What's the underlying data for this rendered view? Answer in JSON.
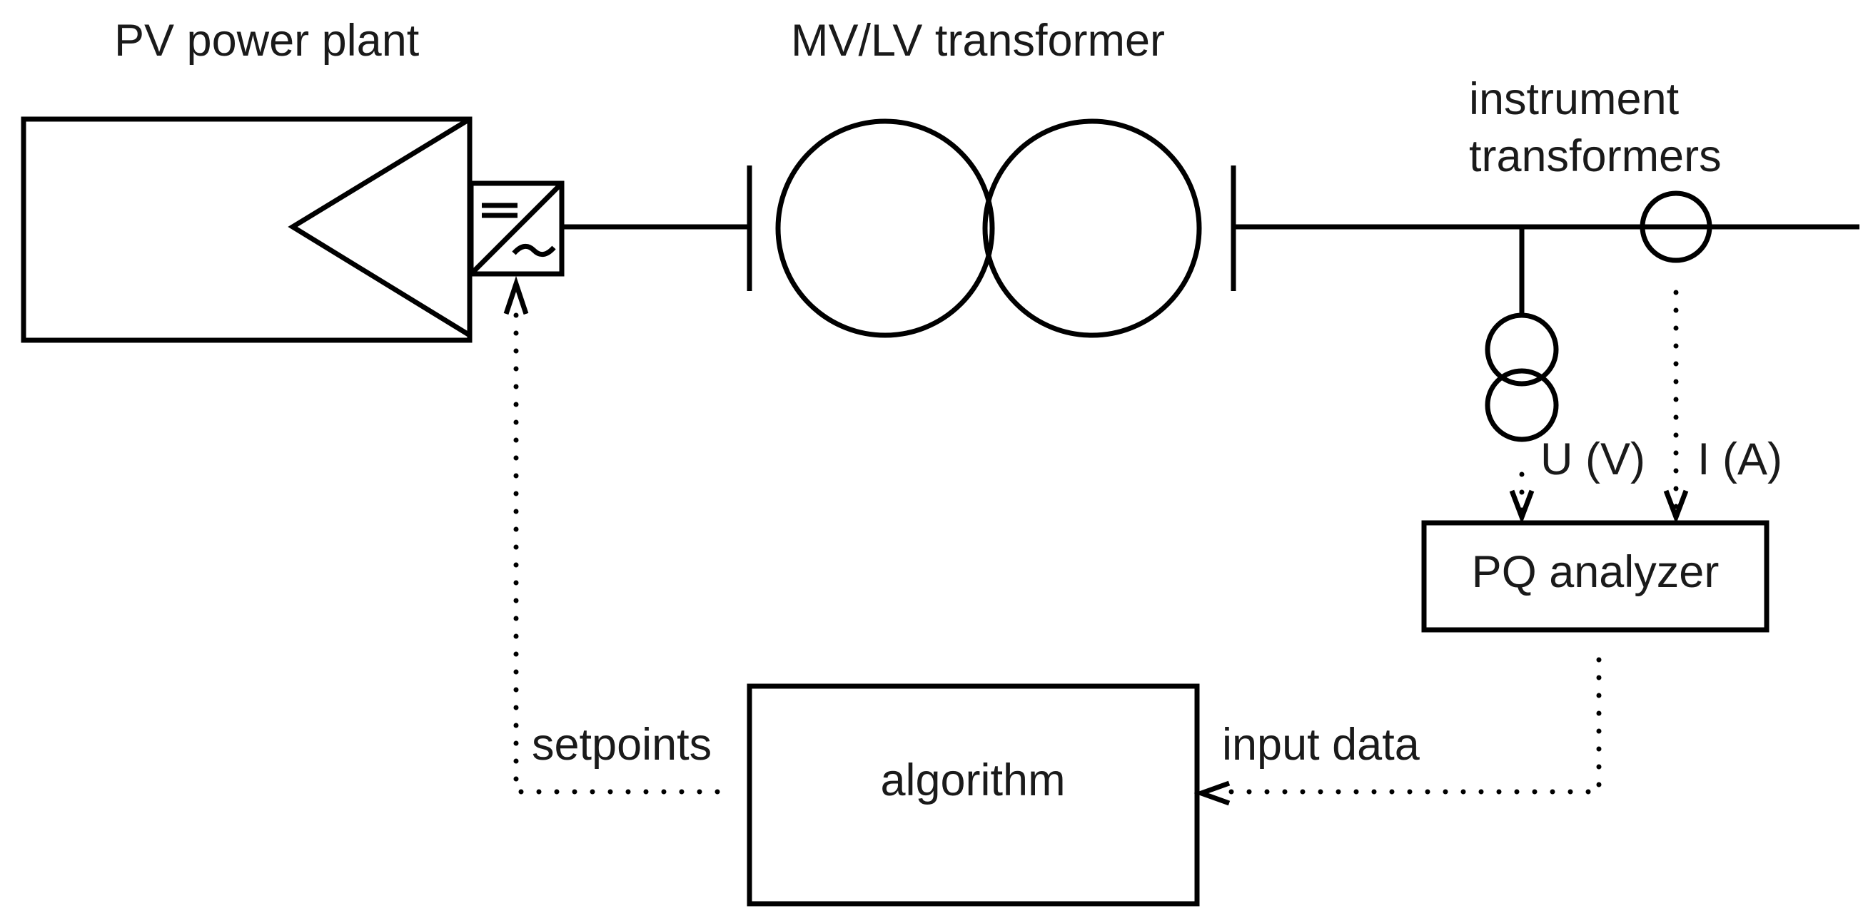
{
  "labels": {
    "pv_plant": "PV power plant",
    "transformer": "MV/LV transformer",
    "instrument_line1": "instrument",
    "instrument_line2": "transformers",
    "voltage": "U (V)",
    "current": "I (A)",
    "analyzer": "PQ analyzer",
    "setpoints": "setpoints",
    "algorithm": "algorithm",
    "input_data": "input data"
  }
}
